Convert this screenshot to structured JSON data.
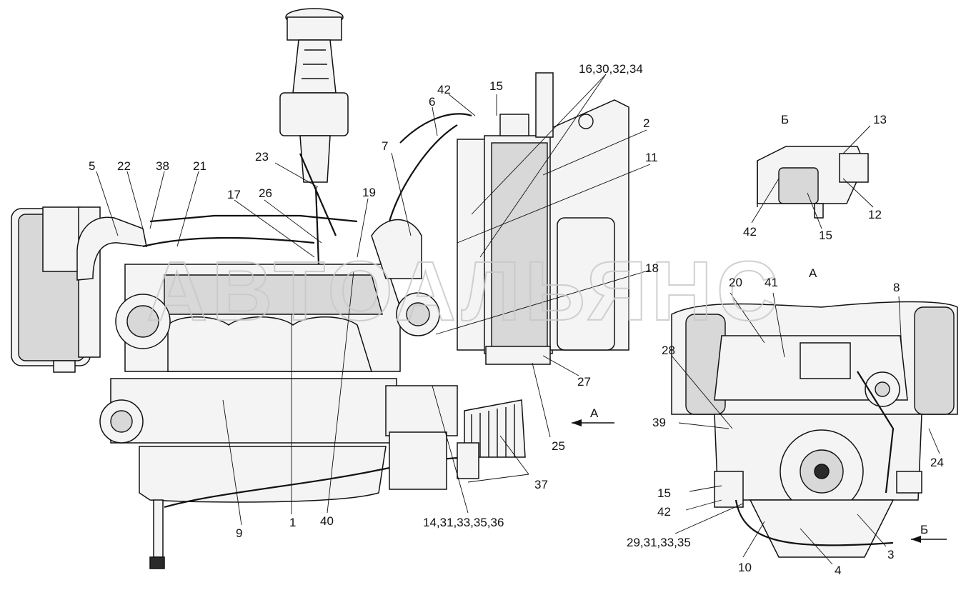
{
  "watermark": "АВТОАЛЬЯНС",
  "view_labels": {
    "view_a": "А",
    "view_b": "Б",
    "arrow_a": "А",
    "arrow_b": "Б"
  },
  "callouts": {
    "c_16_30_32_34": "16,30,32,34",
    "c_42_top": "42",
    "c_15_top": "15",
    "c_6": "6",
    "c_2": "2",
    "c_7": "7",
    "c_11": "11",
    "c_23": "23",
    "c_5": "5",
    "c_22": "22",
    "c_38": "38",
    "c_21": "21",
    "c_17": "17",
    "c_26": "26",
    "c_19": "19",
    "c_18": "18",
    "c_27": "27",
    "c_25": "25",
    "c_37": "37",
    "c_14_31_33_35_36": "14,31,33,35,36",
    "c_9": "9",
    "c_1": "1",
    "c_40": "40",
    "c_13": "13",
    "c_12": "12",
    "c_42_b": "42",
    "c_15_b": "15",
    "c_20": "20",
    "c_41": "41",
    "c_8": "8",
    "c_28": "28",
    "c_39": "39",
    "c_24": "24",
    "c_15_a": "15",
    "c_42_a": "42",
    "c_29_31_33_35": "29,31,33,35",
    "c_3": "3",
    "c_10": "10",
    "c_4": "4"
  }
}
